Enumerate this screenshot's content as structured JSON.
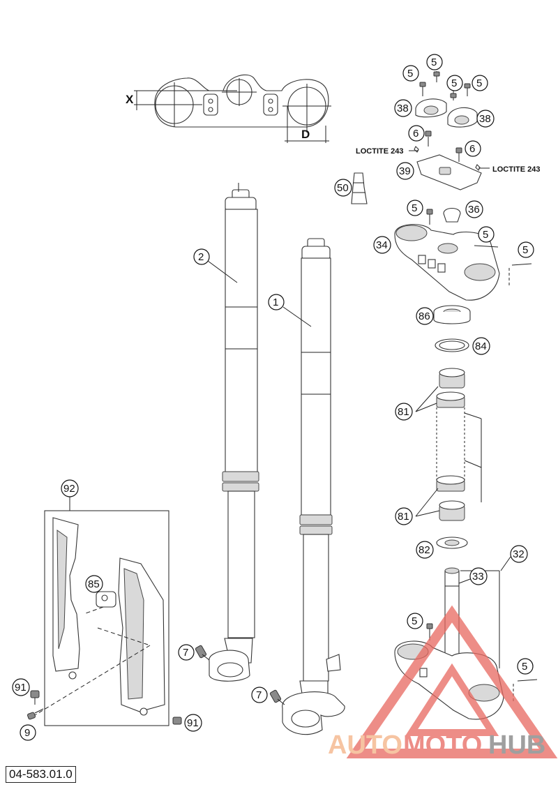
{
  "diagram": {
    "document_code": "04-583.01.0",
    "dimension_labels": {
      "x": "X",
      "d": "D"
    },
    "callouts": {
      "c1": "1",
      "c2": "2",
      "c5": "5",
      "c6": "6",
      "c7": "7",
      "c9": "9",
      "c32": "32",
      "c33": "33",
      "c34": "34",
      "c36": "36",
      "c38": "38",
      "c39": "39",
      "c50": "50",
      "c81": "81",
      "c82": "82",
      "c84": "84",
      "c85": "85",
      "c86": "86",
      "c91": "91",
      "c92": "92"
    },
    "notes": {
      "loctite_left": "LOCTITE 243",
      "loctite_right": "LOCTITE 243"
    },
    "watermark": {
      "part1": "AUTO",
      "part2": "MOTO",
      "part3": "HUB",
      "color1": "#f4b183",
      "color2": "#e8685f",
      "color3": "#7f7f7f"
    }
  }
}
